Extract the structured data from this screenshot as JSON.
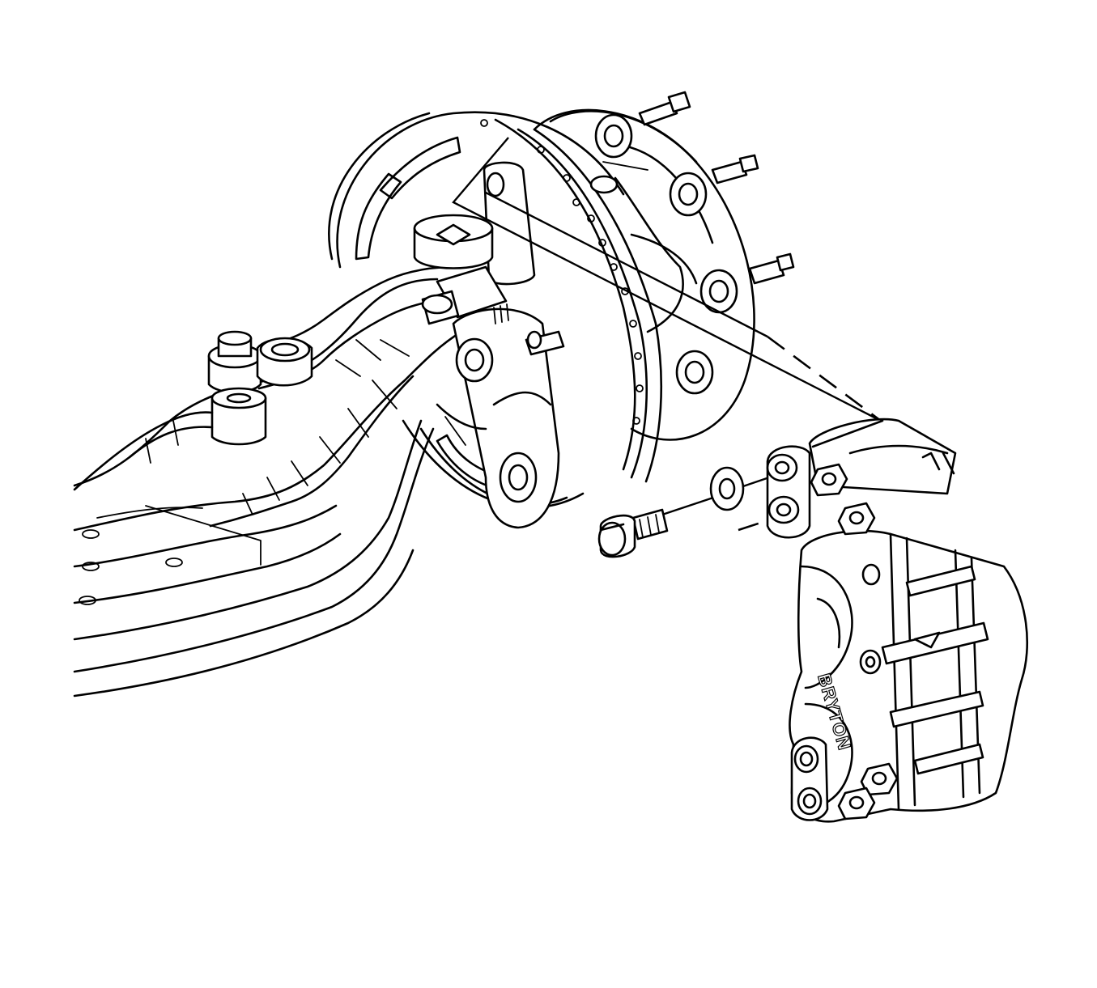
{
  "diagram": {
    "parts": [
      {
        "id": "front-axle-beam",
        "label": ""
      },
      {
        "id": "tie-rod-end",
        "label": ""
      },
      {
        "id": "steering-knuckle",
        "label": ""
      },
      {
        "id": "brake-rotor",
        "label": ""
      },
      {
        "id": "wheel-hub",
        "label": ""
      },
      {
        "id": "brake-caliper",
        "label": ""
      },
      {
        "id": "caliper-mounting-bolt",
        "label": ""
      },
      {
        "id": "washer",
        "label": ""
      }
    ],
    "caliper_marking": "BRYTON",
    "colors": {
      "line": "#000000",
      "background": "#ffffff"
    }
  }
}
